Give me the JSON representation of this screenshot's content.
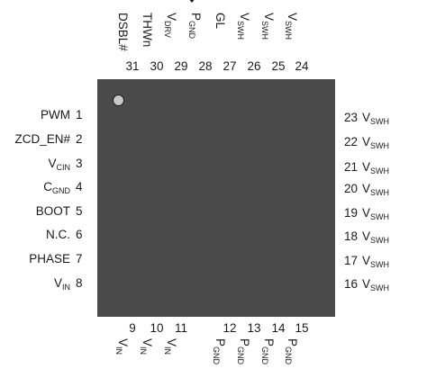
{
  "left_pins": [
    {
      "num": "1",
      "name": "PWM",
      "sub": ""
    },
    {
      "num": "2",
      "name": "ZCD_EN#",
      "sub": ""
    },
    {
      "num": "3",
      "name": "V",
      "sub": "CIN"
    },
    {
      "num": "4",
      "name": "C",
      "sub": "GND"
    },
    {
      "num": "5",
      "name": "BOOT",
      "sub": ""
    },
    {
      "num": "6",
      "name": "N.C.",
      "sub": ""
    },
    {
      "num": "7",
      "name": "PHASE",
      "sub": ""
    },
    {
      "num": "8",
      "name": "V",
      "sub": "IN"
    }
  ],
  "right_pins": [
    {
      "num": "23",
      "name": "V",
      "sub": "SWH"
    },
    {
      "num": "22",
      "name": "V",
      "sub": "SWH"
    },
    {
      "num": "21",
      "name": "V",
      "sub": "SWH"
    },
    {
      "num": "20",
      "name": "V",
      "sub": "SWH"
    },
    {
      "num": "19",
      "name": "V",
      "sub": "SWH"
    },
    {
      "num": "18",
      "name": "V",
      "sub": "SWH"
    },
    {
      "num": "17",
      "name": "V",
      "sub": "SWH"
    },
    {
      "num": "16",
      "name": "V",
      "sub": "SWH"
    }
  ],
  "top_pins": [
    {
      "num": "31",
      "name": "DSBL#",
      "sub": ""
    },
    {
      "num": "30",
      "name": "THWn",
      "sub": ""
    },
    {
      "num": "29",
      "name": "V",
      "sub": "DRV"
    },
    {
      "num": "28",
      "name": "P",
      "sub": "GND"
    },
    {
      "num": "27",
      "name": "GL",
      "sub": ""
    },
    {
      "num": "26",
      "name": "V",
      "sub": "SWH"
    },
    {
      "num": "25",
      "name": "V",
      "sub": "SWH"
    },
    {
      "num": "24",
      "name": "V",
      "sub": "SWH"
    }
  ],
  "bottom_pins": [
    {
      "num": "9",
      "name": "V",
      "sub": "IN"
    },
    {
      "num": "10",
      "name": "V",
      "sub": "IN"
    },
    {
      "num": "11",
      "name": "V",
      "sub": "IN"
    },
    {
      "num": "12",
      "name": "P",
      "sub": "GND"
    },
    {
      "num": "13",
      "name": "P",
      "sub": "GND"
    },
    {
      "num": "14",
      "name": "P",
      "sub": "GND"
    },
    {
      "num": "15",
      "name": "P",
      "sub": "GND"
    }
  ],
  "colors": {
    "body": "#4a4a4a",
    "pin1_marker": "#c8c8c8",
    "text": "#1a1a1a"
  }
}
